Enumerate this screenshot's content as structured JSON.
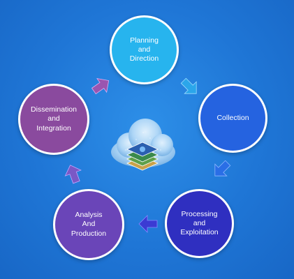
{
  "cycle": {
    "nodes": [
      {
        "label_line1": "Planning and",
        "label_line2": "Direction",
        "label_line3": "",
        "color": "#27b4ee"
      },
      {
        "label_line1": "Collection",
        "label_line2": "",
        "label_line3": "",
        "color": "#2563e0"
      },
      {
        "label_line1": "Processing",
        "label_line2": "and",
        "label_line3": "Exploitation",
        "color": "#2f2fc0"
      },
      {
        "label_line1": "Analysis And",
        "label_line2": "Production",
        "label_line3": "",
        "color": "#6a45b8"
      },
      {
        "label_line1": "Dissemination",
        "label_line2": "and",
        "label_line3": "Integration",
        "color": "#8a4a9e"
      }
    ],
    "arrow_colors": [
      "#2ba6ea",
      "#2a6ee6",
      "#3b3bd3",
      "#7a58c6",
      "#9a55b0"
    ],
    "center_icon": "cloud-data-layers-icon"
  }
}
